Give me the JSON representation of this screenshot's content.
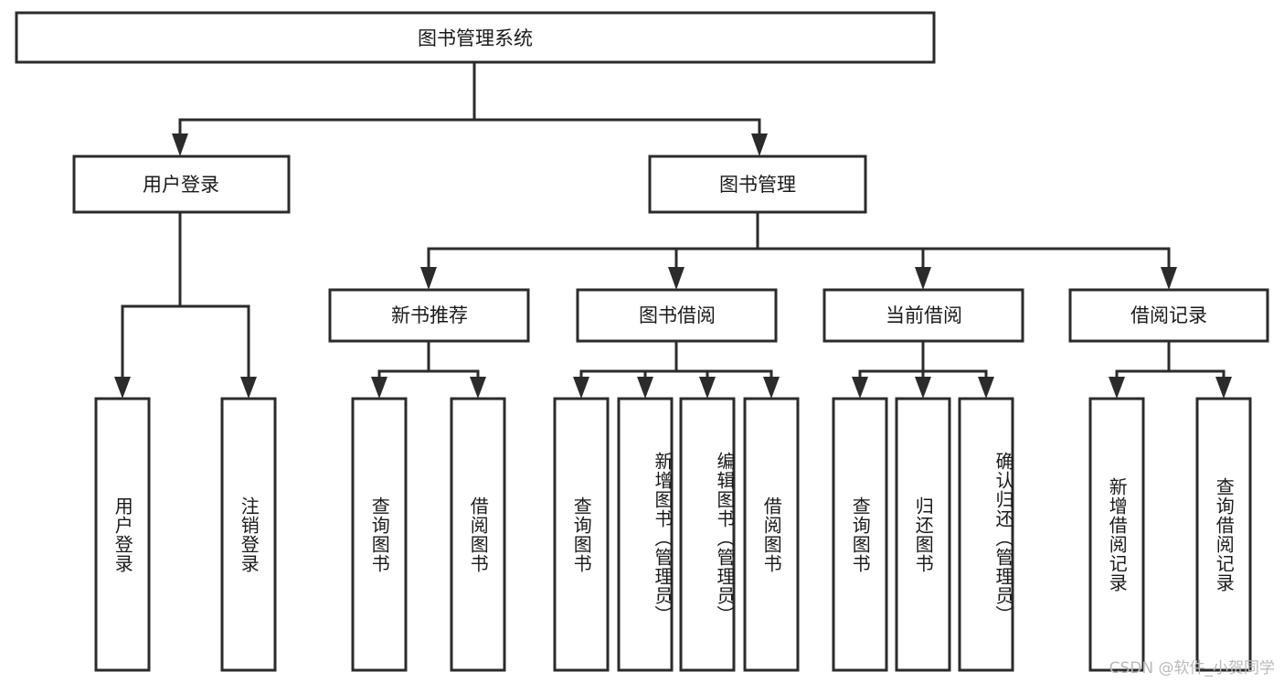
{
  "diagram": {
    "type": "tree",
    "title": "图书管理系统",
    "watermark": "CSDN @软件_小贺同学",
    "root": {
      "id": "root",
      "label": "图书管理系统"
    },
    "level2": [
      {
        "id": "user-login",
        "label": "用户登录"
      },
      {
        "id": "book-manage",
        "label": "图书管理"
      }
    ],
    "level3": [
      {
        "id": "new-book-recommend",
        "label": "新书推荐"
      },
      {
        "id": "book-borrow",
        "label": "图书借阅"
      },
      {
        "id": "current-borrow",
        "label": "当前借阅"
      },
      {
        "id": "borrow-record",
        "label": "借阅记录"
      }
    ],
    "leaves": [
      {
        "id": "leaf-user-login",
        "label": "用户登录",
        "parent": "user-login"
      },
      {
        "id": "leaf-logout-login",
        "label": "注销登录",
        "parent": "user-login"
      },
      {
        "id": "leaf-query-book-1",
        "label": "查询图书",
        "parent": "new-book-recommend"
      },
      {
        "id": "leaf-borrow-book-1",
        "label": "借阅图书",
        "parent": "new-book-recommend"
      },
      {
        "id": "leaf-query-book-2",
        "label": "查询图书",
        "parent": "book-borrow"
      },
      {
        "id": "leaf-add-book",
        "label": "新增图书（管理员）",
        "parent": "book-borrow"
      },
      {
        "id": "leaf-edit-book",
        "label": "编辑图书（管理员）",
        "parent": "book-borrow"
      },
      {
        "id": "leaf-borrow-book-2",
        "label": "借阅图书",
        "parent": "book-borrow"
      },
      {
        "id": "leaf-query-book-3",
        "label": "查询图书",
        "parent": "current-borrow"
      },
      {
        "id": "leaf-return-book",
        "label": "归还图书",
        "parent": "current-borrow"
      },
      {
        "id": "leaf-confirm-return",
        "label": "确认归还（管理员）",
        "parent": "current-borrow"
      },
      {
        "id": "leaf-add-record",
        "label": "新增借阅记录",
        "parent": "borrow-record"
      },
      {
        "id": "leaf-query-record",
        "label": "查询借阅记录",
        "parent": "borrow-record"
      }
    ],
    "colors": {
      "stroke": "#2b2b2b",
      "fill": "#ffffff",
      "text": "#1a1a1a",
      "watermark": "#b9b9b9"
    }
  }
}
